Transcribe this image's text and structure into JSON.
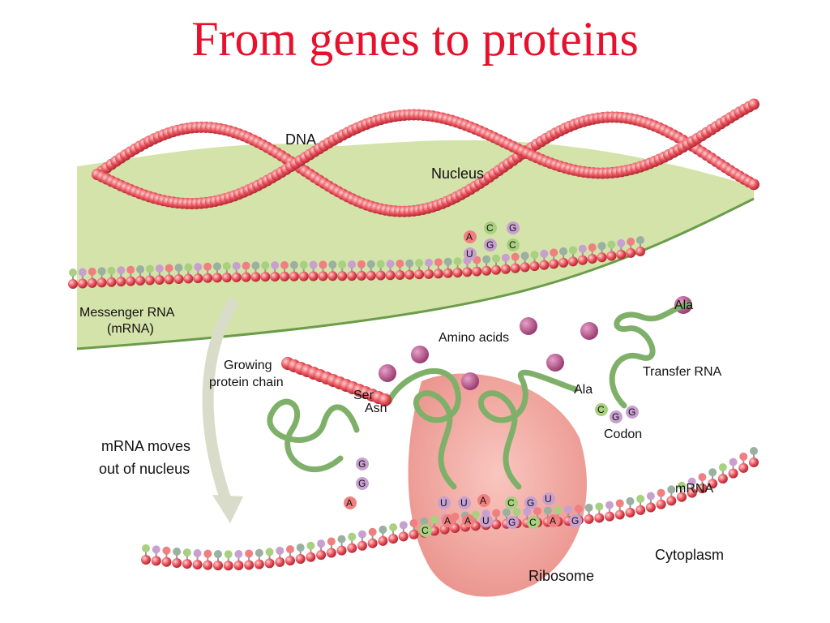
{
  "title": "From genes to proteins",
  "labels": {
    "dna": "DNA",
    "nucleus": "Nucleus",
    "mrna_line1": "Messenger RNA",
    "mrna_line2": "(mRNA)",
    "amino_acids": "Amino acids",
    "growing_line1": "Growing",
    "growing_line2": "protein chain",
    "transfer_rna": "Transfer RNA",
    "codon": "Codon",
    "moves_line1": "mRNA moves",
    "moves_line2": "out of nucleus",
    "mrna_short": "mRNA",
    "cytoplasm": "Cytoplasm",
    "ribosome": "Ribosome"
  },
  "amino_names": {
    "ala_top": "Ala",
    "ala_mid": "Ala",
    "ser": "Ser",
    "asn": "Asn"
  },
  "nucleus_bases": {
    "dna_row1": [
      "C",
      "G"
    ],
    "dna_row2": [
      "A",
      "G",
      "C"
    ],
    "rna_row": [
      "U"
    ]
  },
  "trna_codon": [
    "C",
    "G",
    "G"
  ],
  "left_trna_bases": [
    "G",
    "G",
    "A"
  ],
  "ribosome_anticodons": [
    "U",
    "U",
    "A",
    "C",
    "G",
    "U"
  ],
  "ribosome_codons": [
    "C",
    "A",
    "A",
    "U",
    "G",
    "C",
    "A",
    "G"
  ],
  "colors": {
    "title": "#e8112d",
    "backbone": "#e8505a",
    "nucleus": "#cfe0a0",
    "ribosome": "#f0a8a0",
    "trna": "#7fb069",
    "amino": "#b05a8a"
  }
}
